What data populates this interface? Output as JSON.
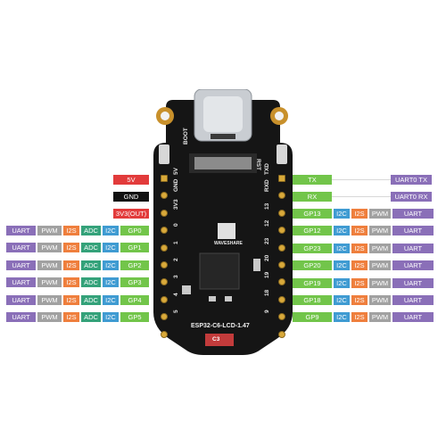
{
  "power": {
    "v5": "5V",
    "gnd": "GND",
    "v33": "3V3(OUT)"
  },
  "left_rows": [
    {
      "funcs": [
        "UART",
        "PWM",
        "I2S",
        "ADC",
        "I2C"
      ],
      "gpio": "GP0"
    },
    {
      "funcs": [
        "UART",
        "PWM",
        "I2S",
        "ADC",
        "I2C"
      ],
      "gpio": "GP1"
    },
    {
      "funcs": [
        "UART",
        "PWM",
        "I2S",
        "ADC",
        "I2C"
      ],
      "gpio": "GP2"
    },
    {
      "funcs": [
        "UART",
        "PWM",
        "I2S",
        "ADC",
        "I2C"
      ],
      "gpio": "GP3"
    },
    {
      "funcs": [
        "UART",
        "PWM",
        "I2S",
        "ADC",
        "I2C"
      ],
      "gpio": "GP4"
    },
    {
      "funcs": [
        "UART",
        "PWM",
        "I2S",
        "ADC",
        "I2C"
      ],
      "gpio": "GP5"
    }
  ],
  "uart_rows": [
    {
      "pin": "TX",
      "func": "UART0 TX"
    },
    {
      "pin": "RX",
      "func": "UART0 RX"
    }
  ],
  "right_rows": [
    {
      "gpio": "GP13",
      "funcs": [
        "I2C",
        "I2S",
        "PWM",
        "UART"
      ]
    },
    {
      "gpio": "GP12",
      "funcs": [
        "I2C",
        "I2S",
        "PWM",
        "UART"
      ]
    },
    {
      "gpio": "GP23",
      "funcs": [
        "I2C",
        "I2S",
        "PWM",
        "UART"
      ]
    },
    {
      "gpio": "GP20",
      "funcs": [
        "I2C",
        "I2S",
        "PWM",
        "UART"
      ]
    },
    {
      "gpio": "GP19",
      "funcs": [
        "I2C",
        "I2S",
        "PWM",
        "UART"
      ]
    },
    {
      "gpio": "GP18",
      "funcs": [
        "I2C",
        "I2S",
        "PWM",
        "UART"
      ]
    },
    {
      "gpio": "GP9",
      "funcs": [
        "I2C",
        "I2S",
        "PWM",
        "UART"
      ]
    }
  ],
  "board": {
    "boot": "BOOT",
    "rst": "RST",
    "model": "ESP32-C6-LCD-1.47",
    "chip_marking": "C3",
    "left_silk": [
      "5V",
      "GND",
      "3V3",
      "0",
      "1",
      "2",
      "3",
      "4",
      "5"
    ],
    "right_silk": [
      "TXD",
      "RXD",
      "13",
      "12",
      "23",
      "20",
      "19",
      "18",
      "9"
    ],
    "logo_text": "WAVESHARE"
  },
  "colors": {
    "uart": "#8a6fb8",
    "pwm": "#a1a1a1",
    "i2s": "#ef7f3d",
    "adc": "#34a27a",
    "i2c": "#3f9bd2",
    "gpio": "#72c54a",
    "power_5v": "#e23b3b",
    "gnd": "#111111",
    "v33": "#e23b3b"
  }
}
